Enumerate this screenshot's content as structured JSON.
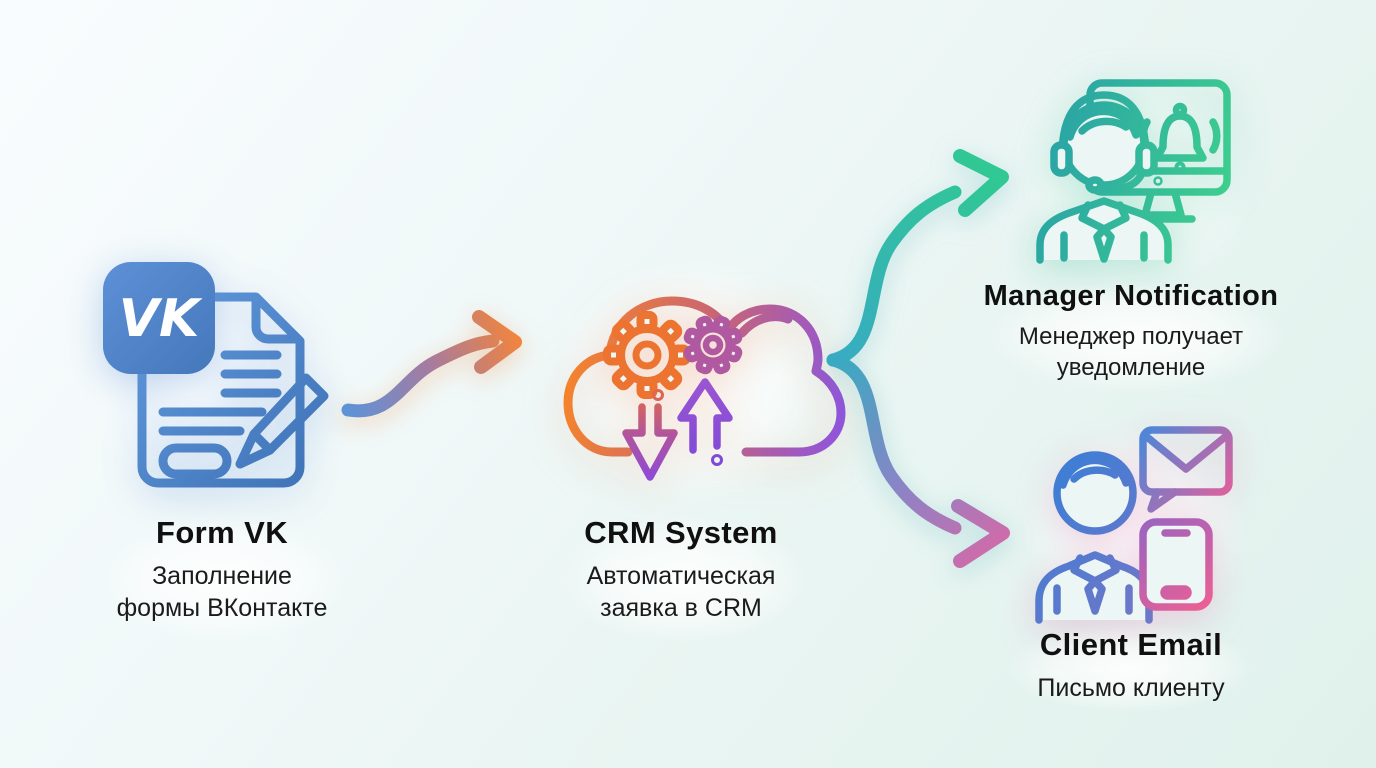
{
  "diagram": {
    "type": "flowchart",
    "background": {
      "from": "#f9fcfe",
      "mid": "#e9f5f2",
      "to": "#e0f1ec"
    },
    "vk_badge": {
      "text": "VK",
      "color": "#4e82c5"
    },
    "nodes": [
      {
        "id": "form-vk",
        "title": "Form VK",
        "subtitle": "Заполнение\nформы ВКонтакте",
        "icon": "vk-document-pencil-icon",
        "accent": "#4a80c6"
      },
      {
        "id": "crm-system",
        "title": "CRM System",
        "subtitle": "Автоматическая\nзаявка в CRM",
        "icon": "cloud-gears-sync-icon",
        "accent_from": "#f5832c",
        "accent_to": "#9155d9"
      },
      {
        "id": "manager-notification",
        "title": "Manager Notification",
        "subtitle": "Менеджер получает\nуведомление",
        "icon": "support-agent-monitor-bell-icon",
        "accent_from": "#259aab",
        "accent_to": "#3ecf8e"
      },
      {
        "id": "client-email",
        "title": "Client Email",
        "subtitle": "Письмо клиенту",
        "icon": "person-envelope-phone-icon",
        "accent_from": "#3b7ed6",
        "accent_to": "#e85d96"
      }
    ],
    "arrows": [
      {
        "id": "form-to-crm",
        "from": "form-vk",
        "to": "crm-system",
        "gradient": [
          "#5f93d6",
          "#a57ba0",
          "#ef8440"
        ]
      },
      {
        "id": "crm-to-manager",
        "from": "crm-system",
        "to": "manager-notification",
        "gradient": [
          "#38abc2",
          "#30c893"
        ]
      },
      {
        "id": "crm-to-client",
        "from": "crm-system",
        "to": "client-email",
        "gradient": [
          "#38abc2",
          "#8a84c6",
          "#d06ba9"
        ]
      }
    ]
  }
}
